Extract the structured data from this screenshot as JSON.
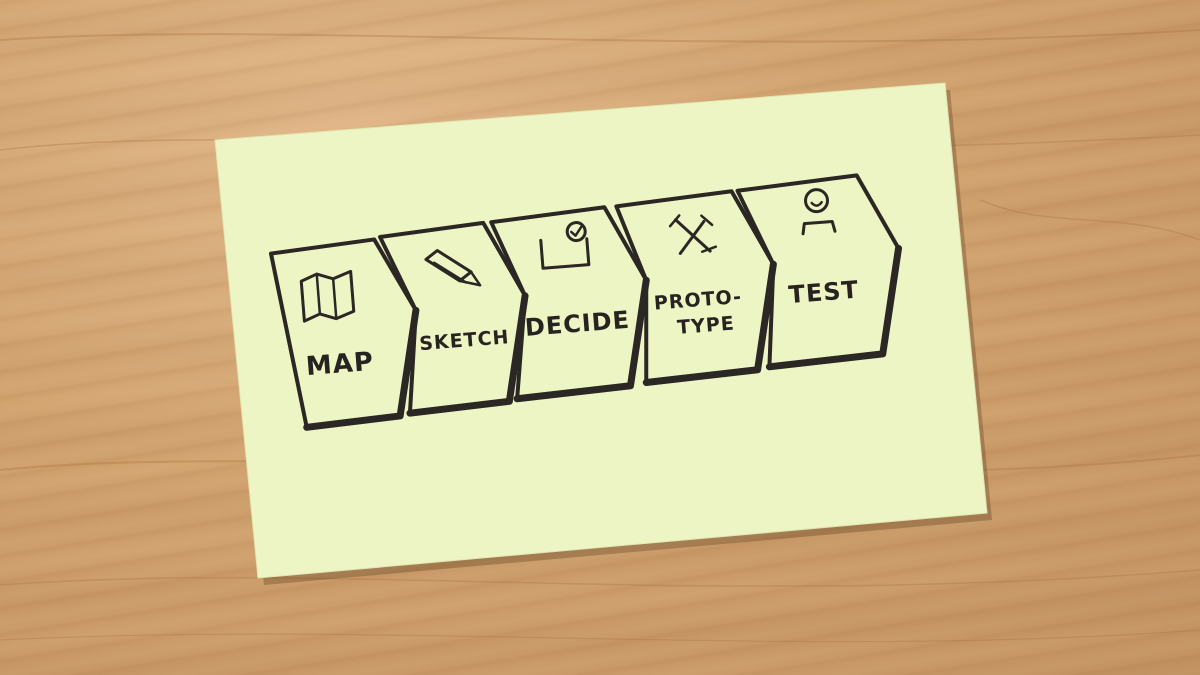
{
  "stages": [
    {
      "label": "MAP",
      "icon": "map-icon"
    },
    {
      "label": "SKETCH",
      "icon": "pencil-icon"
    },
    {
      "label": "DECIDE",
      "icon": "checkbox-icon"
    },
    {
      "label_line1": "PROTO-",
      "label_line2": "TYPE",
      "icon": "tools-icon"
    },
    {
      "label": "TEST",
      "icon": "user-icon"
    }
  ],
  "colors": {
    "note": "#eef5c4",
    "ink": "#2a2724",
    "wood": "#d2a470"
  }
}
